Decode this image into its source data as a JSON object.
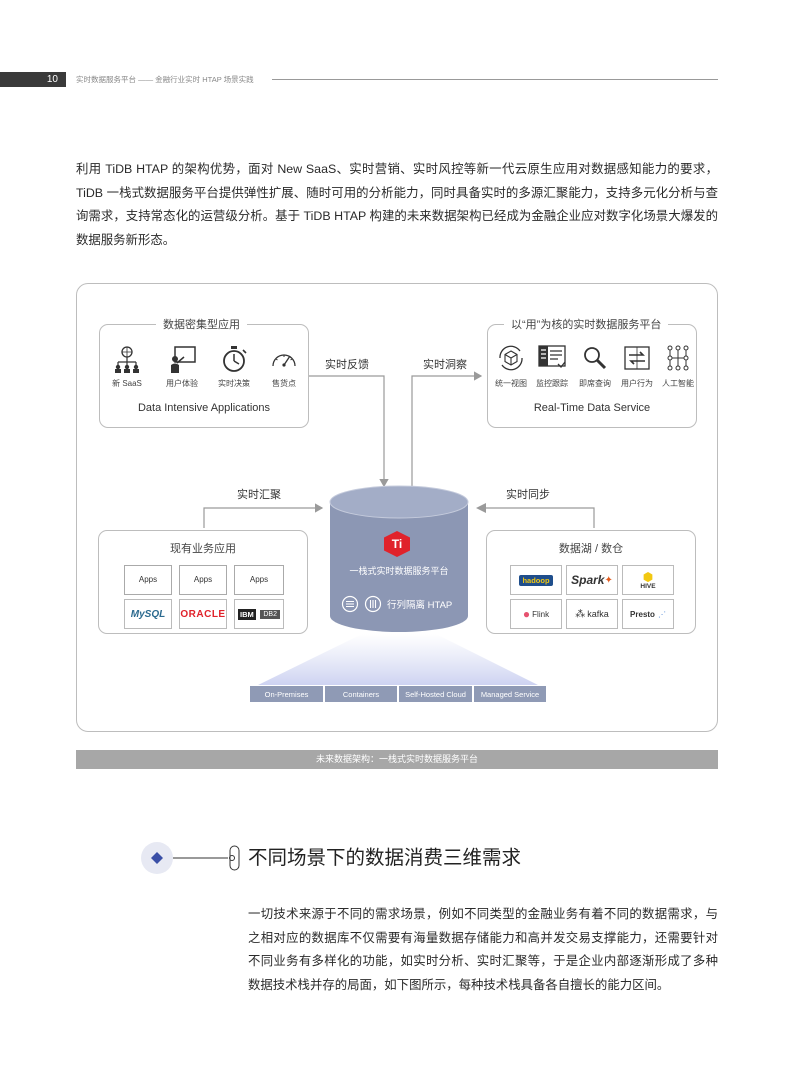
{
  "header": {
    "page_number": "10",
    "running_title": "实时数据服务平台 —— 金融行业实时 HTAP 场景实践"
  },
  "intro_paragraph": "利用 TiDB HTAP 的架构优势，面对 New SaaS、实时营销、实时风控等新一代云原生应用对数据感知能力的要求，TiDB 一栈式数据服务平台提供弹性扩展、随时可用的分析能力，同时具备实时的多源汇聚能力，支持多元化分析与查询需求，支持常态化的运营级分析。基于 TiDB HTAP 构建的未来数据架构已经成为金融企业应对数字化场景大爆发的数据服务新形态。",
  "figure": {
    "left_top_panel": {
      "title": "数据密集型应用",
      "subtitle": "Data Intensive Applications",
      "items": [
        {
          "label": "新 SaaS",
          "icon": "org-network-icon"
        },
        {
          "label": "用户体验",
          "icon": "presenter-icon"
        },
        {
          "label": "实时决策",
          "icon": "stopwatch-icon"
        },
        {
          "label": "售货点",
          "icon": "gauge-icon"
        }
      ]
    },
    "right_top_panel": {
      "title": "以“用”为核的实时数据服务平台",
      "subtitle": "Real-Time Data Service",
      "items": [
        {
          "label": "统一视图",
          "icon": "cube-cycle-icon"
        },
        {
          "label": "监控跟踪",
          "icon": "monitor-list-icon"
        },
        {
          "label": "即席查询",
          "icon": "magnifier-icon"
        },
        {
          "label": "用户行为",
          "icon": "swap-arrows-icon"
        },
        {
          "label": "人工智能",
          "icon": "neural-grid-icon"
        }
      ]
    },
    "arrows": {
      "feedback": "实时反馈",
      "insight": "实时洞察",
      "aggregate": "实时汇聚",
      "sync": "实时同步"
    },
    "center": {
      "platform_label": "一栈式实时数据服务平台",
      "htap_label": "行列隔离 HTAP",
      "logo": "tidb-logo"
    },
    "left_bottom_panel": {
      "title": "现有业务应用",
      "apps": [
        "Apps",
        "Apps",
        "Apps"
      ],
      "databases": [
        "MySQL",
        "ORACLE",
        "IBM",
        "DB2"
      ]
    },
    "right_bottom_panel": {
      "title": "数据湖 / 数仓",
      "tools": [
        "hadoop",
        "Spark",
        "HIVE",
        "Flink",
        "kafka",
        "Presto"
      ]
    },
    "deployment": [
      "On-Premises",
      "Containers",
      "Self-Hosted Cloud",
      "Managed Service"
    ],
    "colors": {
      "cylinder": "#8c97b4",
      "tidb_red": "#e0222b",
      "deploy_bar": "#8f9ab5"
    }
  },
  "figure_caption": "未来数据架构：一栈式实时数据服务平台",
  "section": {
    "title": "不同场景下的数据消费三维需求"
  },
  "body_paragraph": "一切技术来源于不同的需求场景，例如不同类型的金融业务有着不同的数据需求，与之相对应的数据库不仅需要有海量数据存储能力和高并发交易支撑能力，还需要针对不同业务有多样化的功能，如实时分析、实时汇聚等，于是企业内部逐渐形成了多种数据技术栈并存的局面，如下图所示，每种技术栈具备各自擅长的能力区间。"
}
